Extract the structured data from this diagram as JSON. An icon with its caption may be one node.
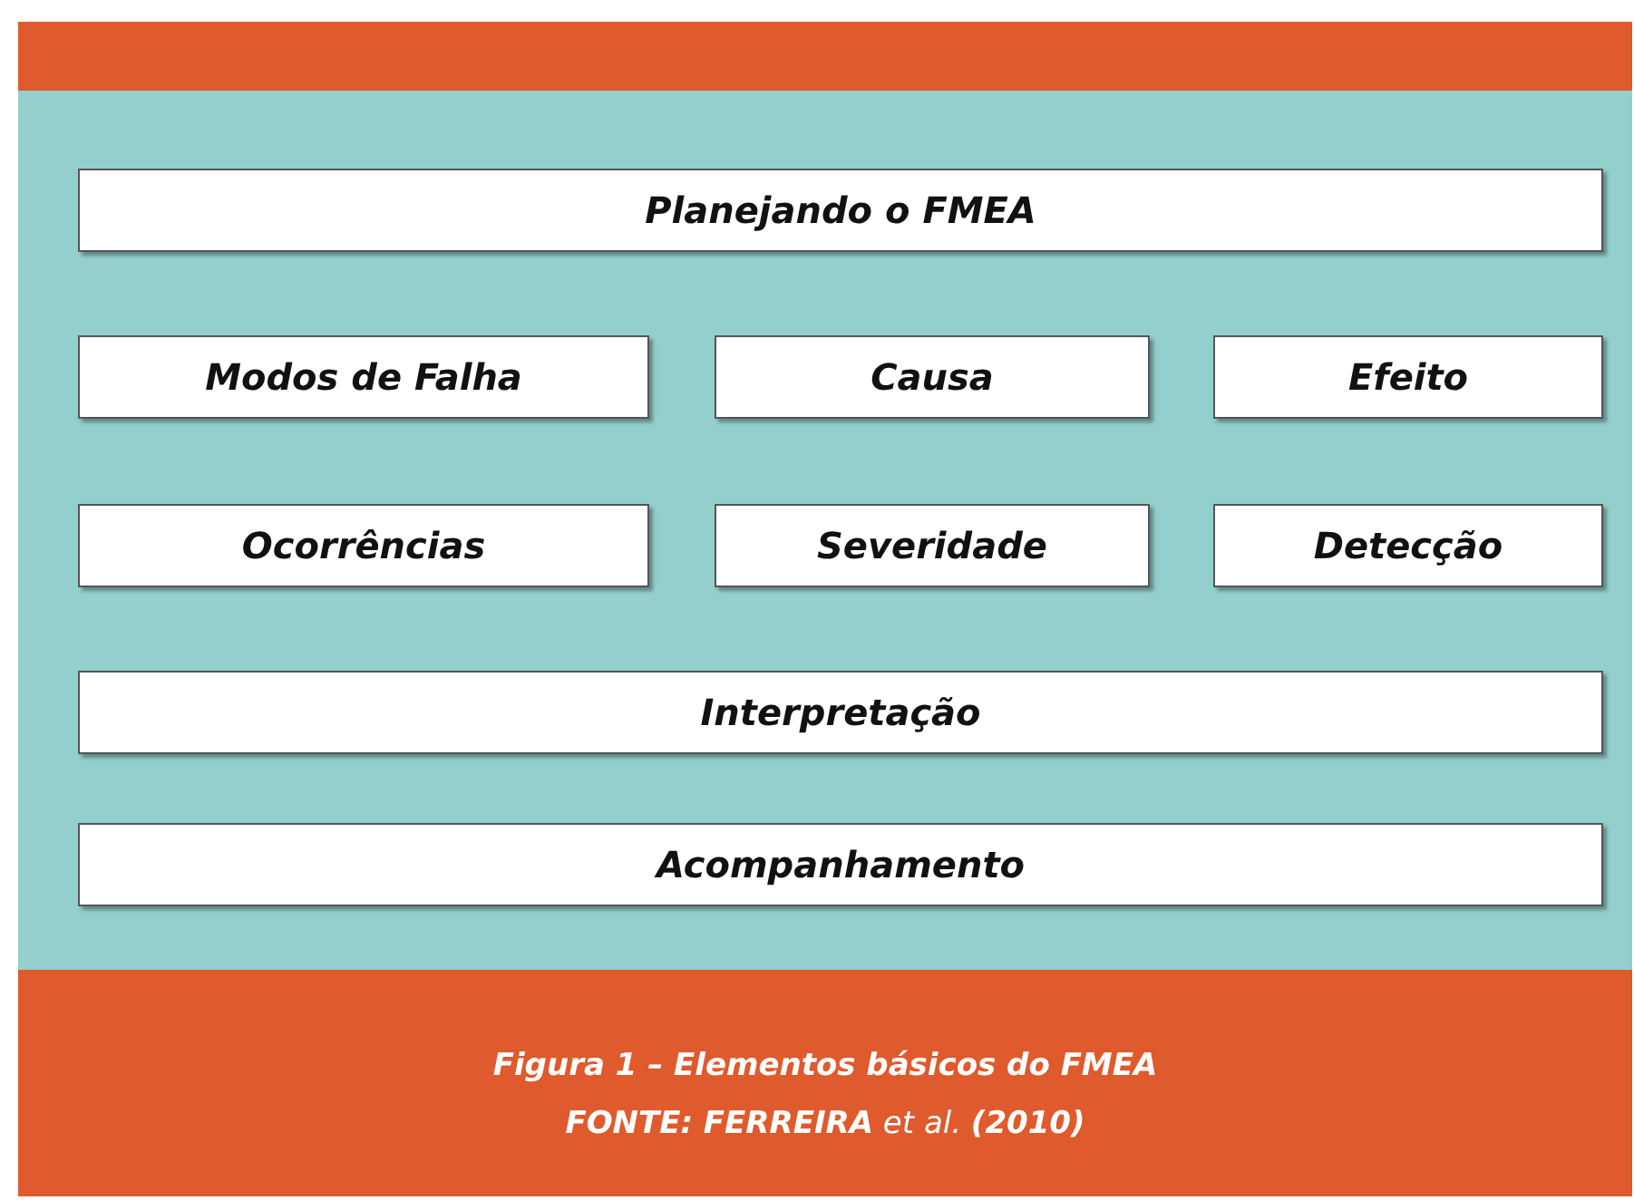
{
  "diagram": {
    "caption": "Figura 1 – Elementos básicos do FMEA",
    "nodes": [
      {
        "text": [
          "Planejando o FMEA"
        ]
      },
      {
        "text": [
          "Modos de Falha"
        ]
      },
      {
        "text": [
          "Causa"
        ]
      },
      {
        "text": [
          "Efeito"
        ]
      },
      {
        "text": [
          "Ocorrências"
        ]
      },
      {
        "text": [
          "Severidade"
        ]
      },
      {
        "text": [
          "Detecção"
        ]
      },
      {
        "text": [
          "Interpretação"
        ]
      },
      {
        "text": [
          "Acompanhamento"
        ]
      }
    ],
    "labels": [
      "**FONTE: FERREIRA** et al. **(2010)**"
    ]
  }
}
